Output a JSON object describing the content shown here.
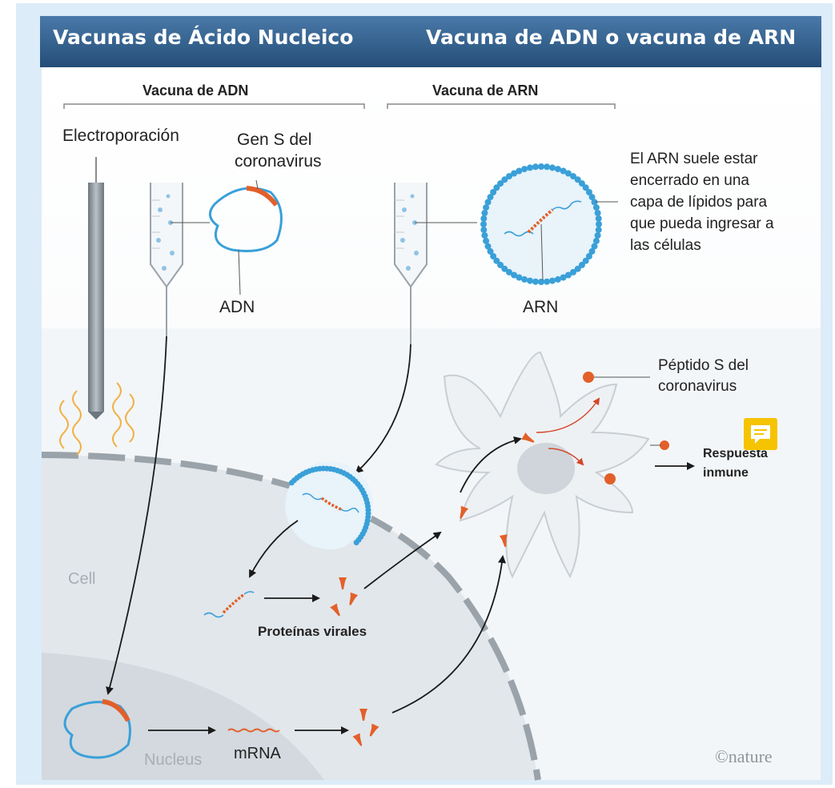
{
  "header": {
    "title_left": "Vacunas de Ácido Nucleico",
    "title_right": "Vacuna de ADN o vacuna de ARN"
  },
  "sections": {
    "dna": "Vacuna de ADN",
    "rna": "Vacuna de ARN"
  },
  "labels": {
    "electroporation": "Electroporación",
    "gene_s_line1": "Gen S del",
    "gene_s_line2": "coronavirus",
    "adn": "ADN",
    "arn": "ARN",
    "rna_note_1": "El ARN suele estar",
    "rna_note_2": "encerrado en una",
    "rna_note_3": "capa de lípidos para",
    "rna_note_4": "que pueda ingresar a",
    "rna_note_5": "las células",
    "peptide_1": "Péptido S del",
    "peptide_2": "coronavirus",
    "immune_1": "Respuesta",
    "immune_2": "inmune",
    "viral_proteins": "Proteínas virales",
    "cell": "Cell",
    "nucleus": "Nucleus",
    "mrna": "mRNA",
    "credit": "©nature"
  },
  "colors": {
    "header_bg": "#2f5f8f",
    "dna_blue": "#3aa0d8",
    "gene_orange": "#e35f2a",
    "lipid_dot": "#3aa0d8",
    "cell_fill": "#e4e9ee",
    "nucleus_fill": "#d7dde2",
    "comment_icon": "#f5c300"
  },
  "icons": {
    "comment": "comment-bubble-icon"
  }
}
